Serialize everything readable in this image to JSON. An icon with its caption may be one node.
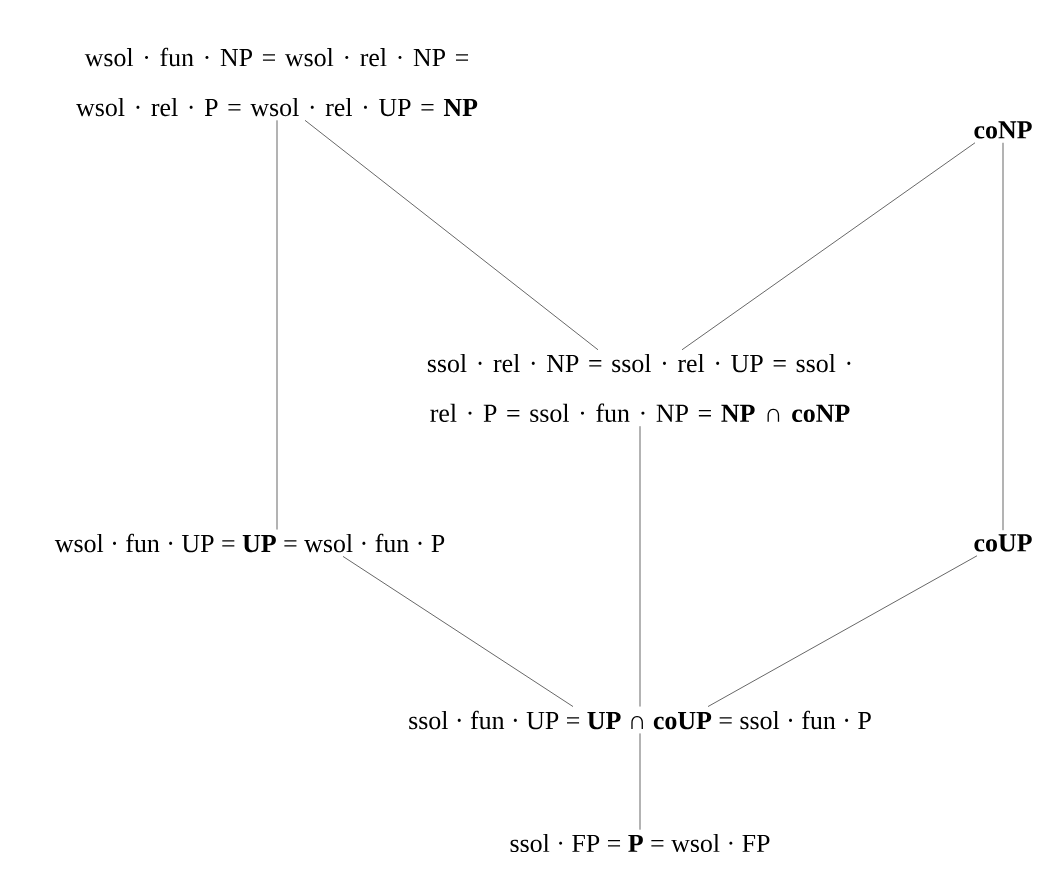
{
  "diagram": {
    "nodes": [
      {
        "text": [
          "wsol · fun · NP = wsol · rel · NP = wsol · rel · P = wsol · rel · UP = **NP**"
        ]
      },
      {
        "text": [
          "coNP"
        ]
      },
      {
        "text": [
          "ssol · rel · NP = ssol · rel · UP = ssol · rel · P = ssol · fun · NP = **NP ∩ coNP**"
        ]
      },
      {
        "text": [
          "wsol · fun · UP = **UP** = wsol · fun · P"
        ]
      },
      {
        "text": [
          "coUP"
        ]
      },
      {
        "text": [
          "ssol · fun · UP = **UP ∩ coUP** = ssol · fun · P"
        ]
      },
      {
        "text": [
          "ssol · FP = **P** = wsol · FP"
        ]
      }
    ],
    "edges": [
      {
        "from": 0,
        "to": 2,
        "arrow": "none"
      },
      {
        "from": 1,
        "to": 2,
        "arrow": "none"
      },
      {
        "from": 0,
        "to": 3,
        "arrow": "none"
      },
      {
        "from": 1,
        "to": 4,
        "arrow": "none"
      },
      {
        "from": 2,
        "to": 5,
        "arrow": "none"
      },
      {
        "from": 3,
        "to": 5,
        "arrow": "none"
      },
      {
        "from": 4,
        "to": 5,
        "arrow": "none"
      },
      {
        "from": 5,
        "to": 6,
        "arrow": "none"
      }
    ]
  }
}
